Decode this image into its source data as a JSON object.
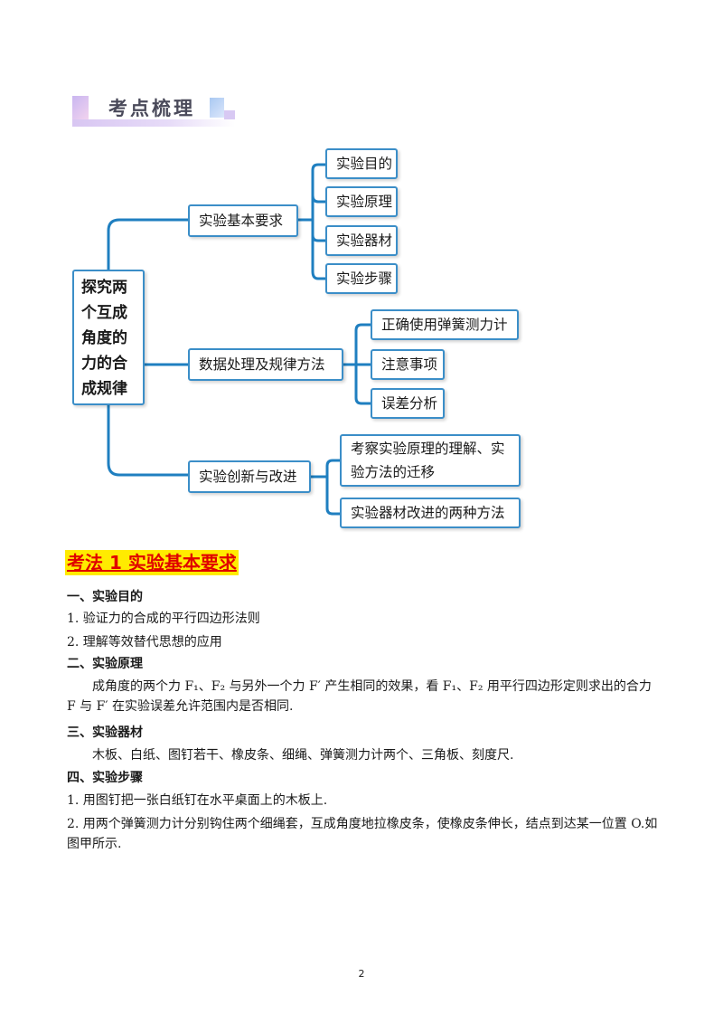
{
  "header": {
    "title": "考点梳理"
  },
  "mindmap": {
    "root": "探究两个互成角度的力的合成规律",
    "branches": [
      {
        "label": "实验基本要求",
        "children": [
          "实验目的",
          "实验原理",
          "实验器材",
          "实验步骤"
        ]
      },
      {
        "label": "数据处理及规律方法",
        "children": [
          "正确使用弹簧测力计",
          "注意事项",
          "误差分析"
        ]
      },
      {
        "label": "实验创新与改进",
        "children": [
          "考察实验原理的理解、实验方法的迁移",
          "实验器材改进的两种方法"
        ]
      }
    ]
  },
  "section": {
    "title": "考法 1  实验基本要求",
    "purpose_heading": "一、实验目的",
    "purpose_1": "1. 验证力的合成的平行四边形法则",
    "purpose_2": "2. 理解等效替代思想的应用",
    "principle_heading": "二、实验原理",
    "principle_text": "成角度的两个力 F₁、F₂ 与另外一个力 F′ 产生相同的效果，看 F₁、F₂ 用平行四边形定则求出的合力 F 与 F′ 在实验误差允许范围内是否相同.",
    "equipment_heading": "三、实验器材",
    "equipment_text": "木板、白纸、图钉若干、橡皮条、细绳、弹簧测力计两个、三角板、刻度尺.",
    "steps_heading": "四、实验步骤",
    "step_1": "1. 用图钉把一张白纸钉在水平桌面上的木板上.",
    "step_2": "2. 用两个弹簧测力计分别钩住两个细绳套，互成角度地拉橡皮条，使橡皮条伸长，结点到达某一位置 O.如图甲所示."
  },
  "footer": {
    "page_number": "2"
  },
  "colors": {
    "node_border": "#3b8ec8",
    "connector": "#1f7fc0",
    "section_title": "#e00000",
    "highlight": "#ffeb00"
  }
}
